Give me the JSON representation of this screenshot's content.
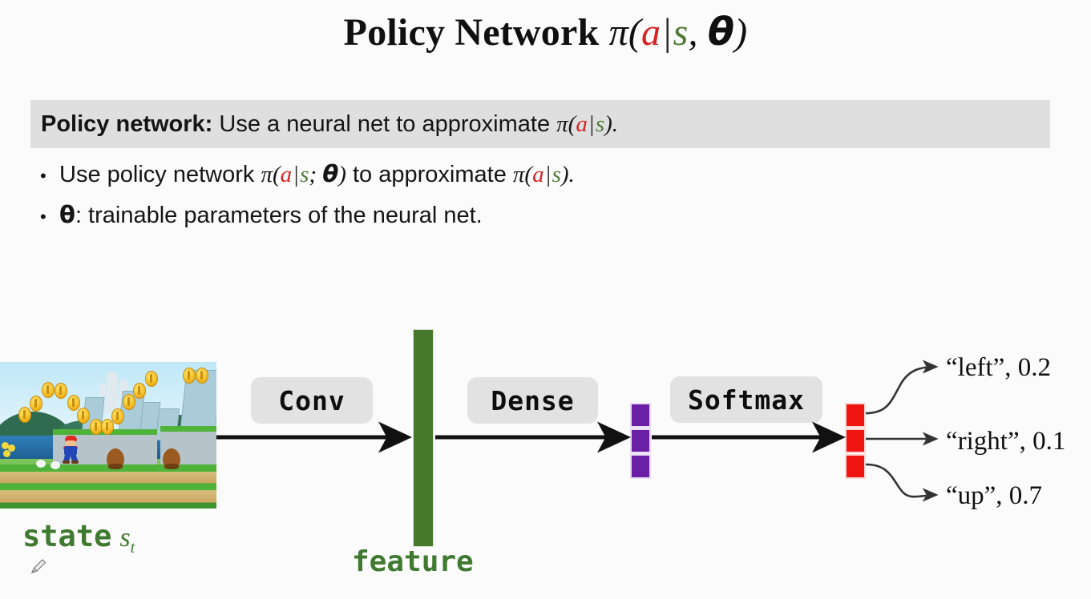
{
  "slide": {
    "background_color": "#fbfbfb",
    "title": {
      "main": "Policy Network",
      "formula_prefix": "π(",
      "var_action": "a",
      "separator": "|",
      "var_state": "s",
      "comma": ", ",
      "var_theta": "θ",
      "formula_suffix": ")"
    },
    "banner": {
      "background_color": "#e0dfdf",
      "lead": "Policy network:",
      "text": " Use a neural net to approximate ",
      "formula": "π(a|s).",
      "formula_prefix": "π(",
      "var_action": "a",
      "separator": "|",
      "var_state": "s",
      "formula_suffix": ")."
    },
    "bullets": [
      {
        "dot": "•",
        "pre": "Use policy network ",
        "f1_prefix": "π(",
        "f1_a": "a",
        "f1_bar": "|",
        "f1_s": "s",
        "f1_semi": "; ",
        "f1_theta": "θ",
        "f1_suffix": ")",
        "mid": " to approximate ",
        "f2_prefix": "π(",
        "f2_a": "a",
        "f2_bar": "|",
        "f2_s": "s",
        "f2_suffix": ")."
      },
      {
        "dot": "•",
        "theta": "θ",
        "text": ": trainable parameters of the neural net."
      }
    ],
    "colors": {
      "action_red": "#d62222",
      "state_green": "#4f7a35",
      "feature_green": "#47792a",
      "hidden_purple": "#6a1fa5",
      "output_red": "#ee1410",
      "box_gray": "#e3e2e2"
    }
  },
  "diagram": {
    "state_image": {
      "alt": "super-mario-game-frame",
      "caption_word": "state",
      "caption_symbol": "s",
      "caption_subscript": "t"
    },
    "cursor_icon": "pencil-cursor-icon",
    "boxes": [
      {
        "id": "conv",
        "label": "Conv"
      },
      {
        "id": "dense",
        "label": "Dense"
      },
      {
        "id": "softmax",
        "label": "Softmax"
      }
    ],
    "feature": {
      "label": "feature",
      "color": "#47792a"
    },
    "hidden_units": [
      {
        "color": "#6a1fa5"
      },
      {
        "color": "#6a1fa5"
      },
      {
        "color": "#6a1fa5"
      }
    ],
    "output_units": [
      {
        "color": "#ee1410"
      },
      {
        "color": "#ee1410"
      },
      {
        "color": "#ee1410"
      }
    ],
    "outputs": [
      {
        "action": "“left”",
        "probability": "0.2",
        "text": "“left”, 0.2"
      },
      {
        "action": "“right”",
        "probability": "0.1",
        "text": "“right”, 0.1"
      },
      {
        "action": "“up”",
        "probability": "0.7",
        "text": "“up”, 0.7"
      }
    ]
  }
}
